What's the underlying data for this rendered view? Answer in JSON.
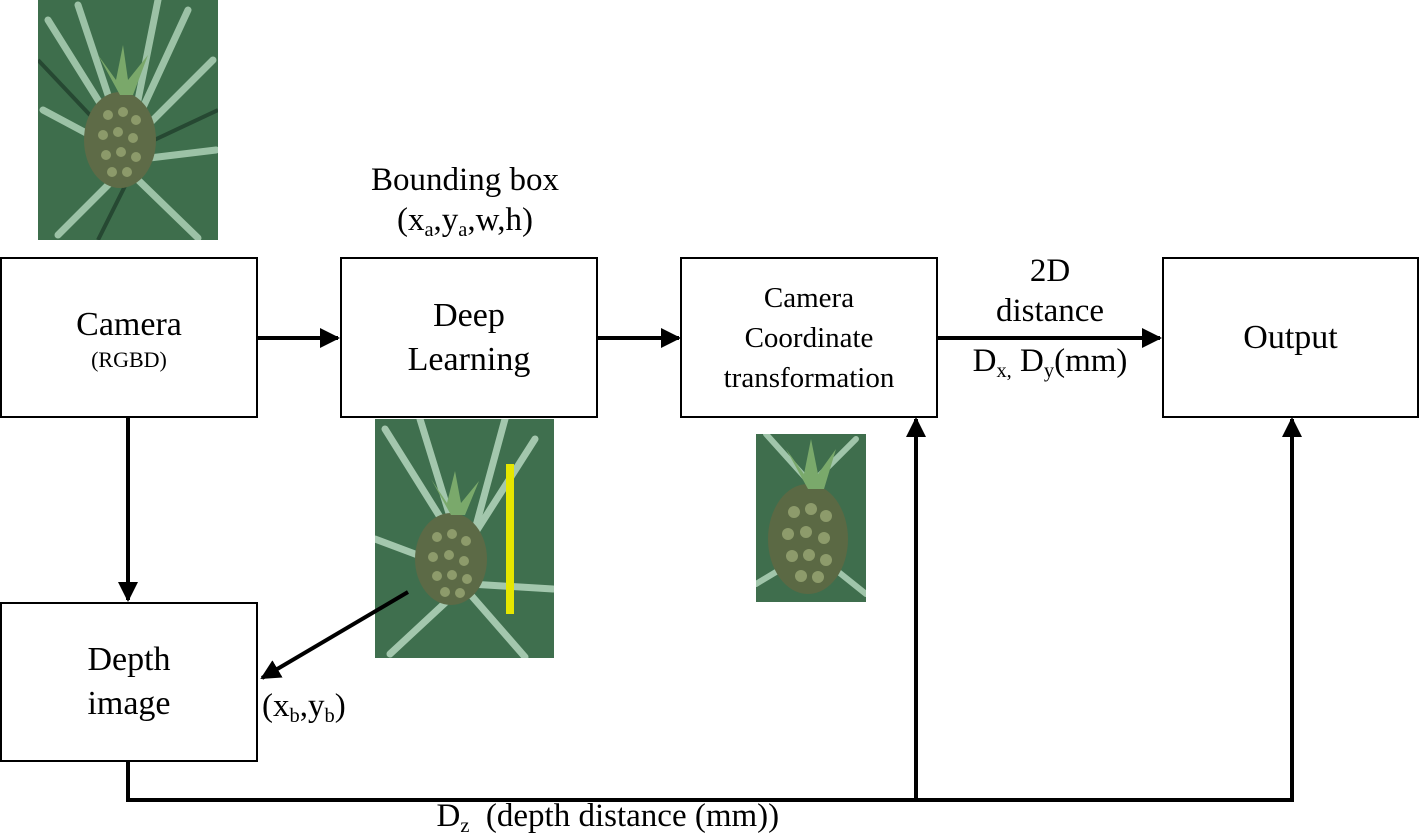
{
  "boxes": {
    "camera": {
      "title": "Camera",
      "subtitle": "(RGBD)"
    },
    "deep_learning": {
      "line1": "Deep",
      "line2": "Learning"
    },
    "coord": {
      "line1": "Camera",
      "line2": "Coordinate",
      "line3": "transformation"
    },
    "output": {
      "title": "Output"
    },
    "depth": {
      "line1": "Depth",
      "line2": "image"
    }
  },
  "labels": {
    "bbox": {
      "line1": "Bounding box",
      "open": "(x",
      "sub_a1": "a",
      "comma1": ",y",
      "sub_a2": "a",
      "rest": ",w,h)"
    },
    "dist2d": {
      "line1": "2D",
      "line2": "distance",
      "d1": "D",
      "sub_x": "x,",
      "d2": " D",
      "sub_y": "y",
      "unit": "(mm)"
    },
    "xb": {
      "open": "(x",
      "sub_b1": "b",
      "comma": ",y",
      "sub_b2": "b",
      "close": ")"
    },
    "dz": {
      "d": "D",
      "sub_z": "z",
      "text": "  (depth distance (mm))"
    }
  },
  "colors": {
    "line": "#000000",
    "marker": "#e6e600",
    "leaf_dark": "#2f5a3a",
    "leaf_light": "#8fb59a",
    "fruit": "#5d6a45"
  }
}
